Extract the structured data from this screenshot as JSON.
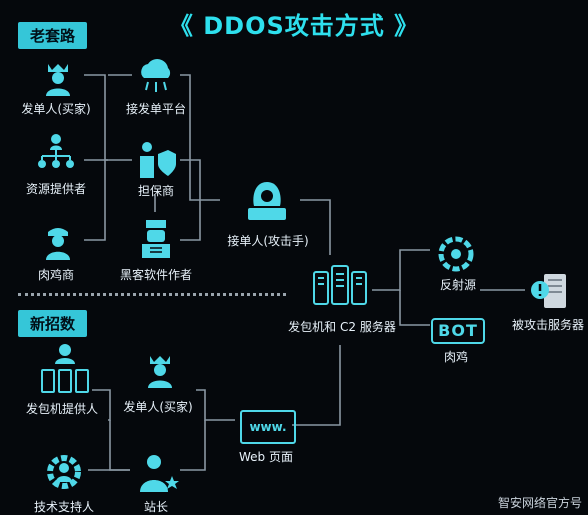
{
  "title": "《 DDOS攻击方式 》",
  "sections": {
    "old": "老套路",
    "new": "新招数"
  },
  "nodes": {
    "buyer_old": "发单人(买家)",
    "platform": "接发单平台",
    "resource": "资源提供者",
    "guarantor": "担保商",
    "bot_dealer": "肉鸡商",
    "hacker_dev": "黑客软件作者",
    "attacker": "接单人(攻击手)",
    "c2": "发包机和 C2 服务器",
    "reflector": "反射源",
    "bot": "肉鸡",
    "bot_text": "BOT",
    "victim": "被攻击服务器",
    "pkt_provider": "发包机提供人",
    "buyer_new": "发单人(买家)",
    "web": "Web 页面",
    "web_text": "www.",
    "tech": "技术支持人",
    "webmaster": "站长"
  },
  "watermark": "智安网络官方号",
  "colors": {
    "accent": "#35c6d8",
    "line": "#8a97a3",
    "icon": "#4fd8e8",
    "bg": "#05080c"
  }
}
